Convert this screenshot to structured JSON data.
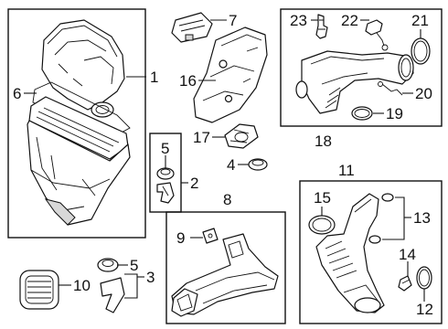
{
  "diagram": {
    "callouts": {
      "c1": "1",
      "c2": "2",
      "c3": "3",
      "c4": "4",
      "c5a": "5",
      "c5b": "5",
      "c6": "6",
      "c7": "7",
      "c8": "8",
      "c9": "9",
      "c10": "10",
      "c11": "11",
      "c12": "12",
      "c13": "13",
      "c14": "14",
      "c15": "15",
      "c16": "16",
      "c17": "17",
      "c18": "18",
      "c19": "19",
      "c20": "20",
      "c21": "21",
      "c22": "22",
      "c23": "23"
    }
  }
}
